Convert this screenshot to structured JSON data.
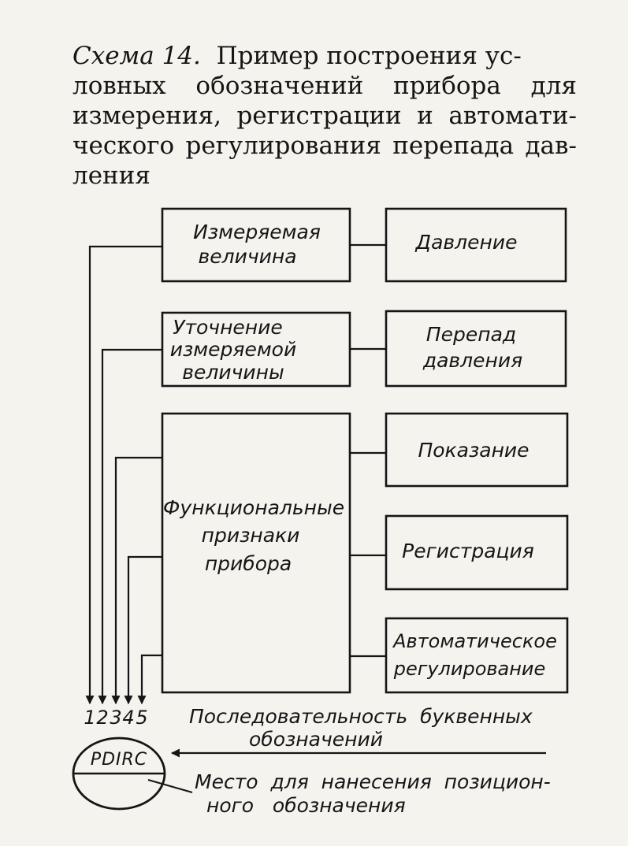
{
  "caption": {
    "label": "Схема 14.",
    "line1_rest": "Пример построения ус-",
    "line2": [
      "ловных",
      "обозначений",
      "прибора",
      "для"
    ],
    "line3": [
      "измерения,",
      "регистрации",
      "и",
      "автомати-"
    ],
    "line4": [
      "ческого",
      "регулирования",
      "перепада",
      "дав-"
    ],
    "line5": "ления"
  },
  "left_blocks": {
    "measured": [
      "Измеряемая",
      "величина"
    ],
    "refinement": [
      "Уточнение",
      "измеряемой",
      "величины"
    ],
    "functional": [
      "Функциональные",
      "признаки",
      "прибора"
    ]
  },
  "right_blocks": {
    "pressure": "Давление",
    "diff": [
      "Перепад",
      "давления"
    ],
    "indication": "Показание",
    "registration": "Регистрация",
    "control": [
      "Автоматическое",
      "регулирование"
    ]
  },
  "arrow_numbers": [
    "1",
    "2",
    "3",
    "4",
    "5"
  ],
  "sequence_label": [
    "Последовательность  буквенных",
    "обозначений"
  ],
  "instrument_code": "PDIRC",
  "position_label": [
    "Место  для  нанесения  позицион-",
    "ного   обозначения"
  ]
}
